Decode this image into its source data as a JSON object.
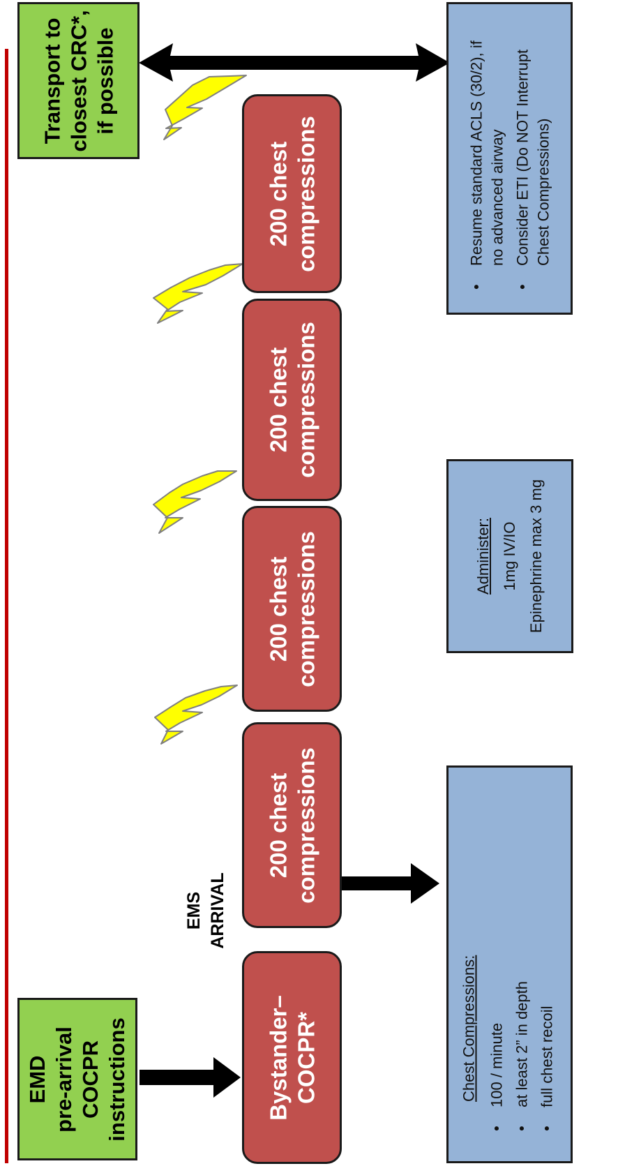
{
  "boxes": {
    "emd": {
      "lines": [
        "EMD",
        "pre-arrival",
        "COCPR",
        "instructions"
      ]
    },
    "bystander": {
      "lines": [
        "Bystander–",
        "COCPR*"
      ]
    },
    "transport": {
      "lines": [
        "Transport to",
        "closest CRC*,",
        "if possible"
      ]
    },
    "compressions": [
      {
        "lines": [
          "200 chest",
          "compressions"
        ]
      },
      {
        "lines": [
          "200 chest",
          "compressions"
        ]
      },
      {
        "lines": [
          "200 chest",
          "compressions"
        ]
      },
      {
        "lines": [
          "200 chest",
          "compressions"
        ]
      }
    ],
    "chest_info": {
      "title": "Chest Compressions:",
      "bullet_symbol": "•",
      "bullets": [
        "100 / minute",
        "at least 2” in depth",
        "full chest recoil"
      ]
    },
    "administer": {
      "title": "Administer:",
      "lines": [
        "1mg IV/IO",
        "Epinephrine max 3 mg"
      ]
    },
    "acls": {
      "bullet_symbol": "•",
      "bullets": [
        [
          "Resume standard ACLS (30/2), if",
          "no advanced airway"
        ],
        [
          "Consider ETI (Do NOT Interrupt",
          "Chest Compressions)"
        ]
      ]
    }
  },
  "ems_arrival": {
    "lines": [
      "EMS",
      "ARRIVAL"
    ]
  },
  "colors": {
    "red_line": "#c00000",
    "green_box": "#92d050",
    "red_box": "#c0504d",
    "blue_box": "#95b3d7",
    "lightning_fill": "#ffff00",
    "lightning_stroke": "#7f7f7f",
    "arrow": "#000000"
  },
  "icons": {
    "lightning": "lightning-bolt-icon",
    "arrow": "arrow-icon"
  }
}
